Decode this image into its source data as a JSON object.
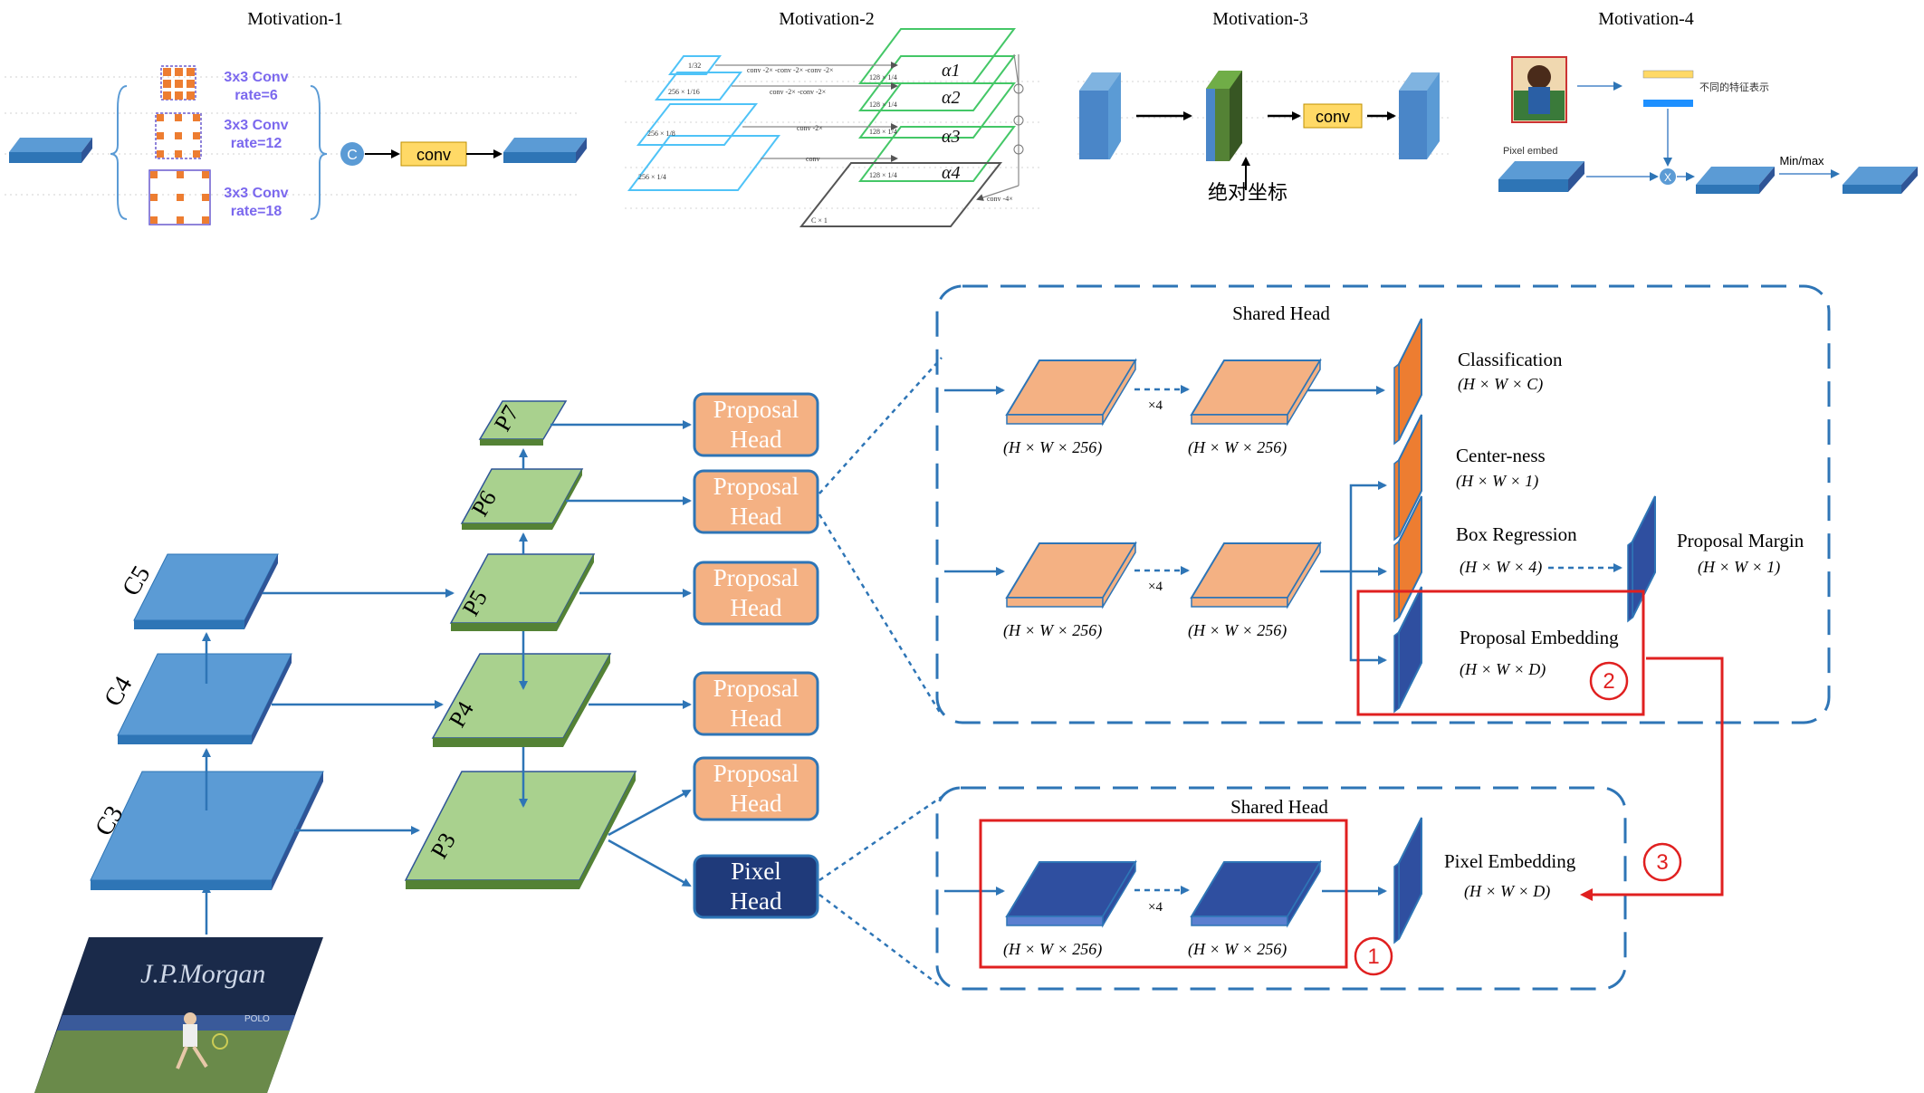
{
  "motivations": {
    "m1": {
      "title": "Motivation-1",
      "branches": [
        {
          "name": "3x3 Conv",
          "rate": "rate=6"
        },
        {
          "name": "3x3 Conv",
          "rate": "rate=12"
        },
        {
          "name": "3x3 Conv",
          "rate": "rate=18"
        }
      ],
      "concat_symbol": "C",
      "conv_label": "conv"
    },
    "m2": {
      "title": "Motivation-2",
      "alphas": [
        "α1",
        "α2",
        "α3",
        "α4"
      ],
      "level_labels": [
        "1/32",
        "256 × 1/16",
        "256 × 1/8",
        "256 × 1/4"
      ],
      "out_labels": [
        "128 × 1/4",
        "128 × 1/4",
        "128 × 1/4",
        "128 × 1/4"
      ],
      "conv_texts": [
        "conv -2× -conv -2× -conv -2×",
        "conv -2× -conv -2×",
        "conv -2×",
        "conv"
      ],
      "c_label": "C × 1",
      "conv_out": "conv -4×"
    },
    "m3": {
      "title": "Motivation-3",
      "conv_label": "conv",
      "coord_label": "绝对坐标"
    },
    "m4": {
      "title": "Motivation-4",
      "diff_repr": "不同的特征表示",
      "pixel_embed": "Pixel embed",
      "minmax": "Min/max",
      "mult_symbol": "X"
    }
  },
  "backbone": {
    "c_labels": [
      "C5",
      "C4",
      "C3"
    ],
    "p_labels": [
      "P7",
      "P6",
      "P5",
      "P4",
      "P3"
    ],
    "photo_text": "J.P.Morgan",
    "photo_sub": "POLO"
  },
  "heads": {
    "proposal_head_top": "Proposal",
    "proposal_head_bottom": "Head",
    "pixel_head_top": "Pixel",
    "pixel_head_bottom": "Head"
  },
  "shared_head_top": {
    "title": "Shared Head",
    "dims": [
      "(H × W × 256)",
      "(H × W × 256)",
      "(H × W × 256)",
      "(H × W × 256)"
    ],
    "x4": "×4",
    "outputs": [
      {
        "name": "Classification",
        "dim": "(H × W × C)"
      },
      {
        "name": "Center-ness",
        "dim": "(H × W × 1)"
      },
      {
        "name": "Box Regression",
        "dim": "(H × W × 4)"
      },
      {
        "name": "Proposal Embedding",
        "dim": "(H × W × D)"
      }
    ],
    "margin": {
      "name": "Proposal Margin",
      "dim": "(H × W × 1)"
    }
  },
  "shared_head_bottom": {
    "title": "Shared Head",
    "dims": [
      "(H × W × 256)",
      "(H × W × 256)"
    ],
    "x4": "×4",
    "output": {
      "name": "Pixel Embedding",
      "dim": "(H × W × D)"
    }
  },
  "markers": [
    "1",
    "2",
    "3"
  ],
  "colors": {
    "blue_block": "#5b9bd5",
    "blue_dark": "#2f5597",
    "green_block": "#a9d18e",
    "green_edge": "#548235",
    "orange_head": "#f4b183",
    "orange_out": "#ed7d31",
    "navy": "#2f4fa0",
    "red_marker": "#e02020",
    "arrow": "#2e75b6"
  }
}
